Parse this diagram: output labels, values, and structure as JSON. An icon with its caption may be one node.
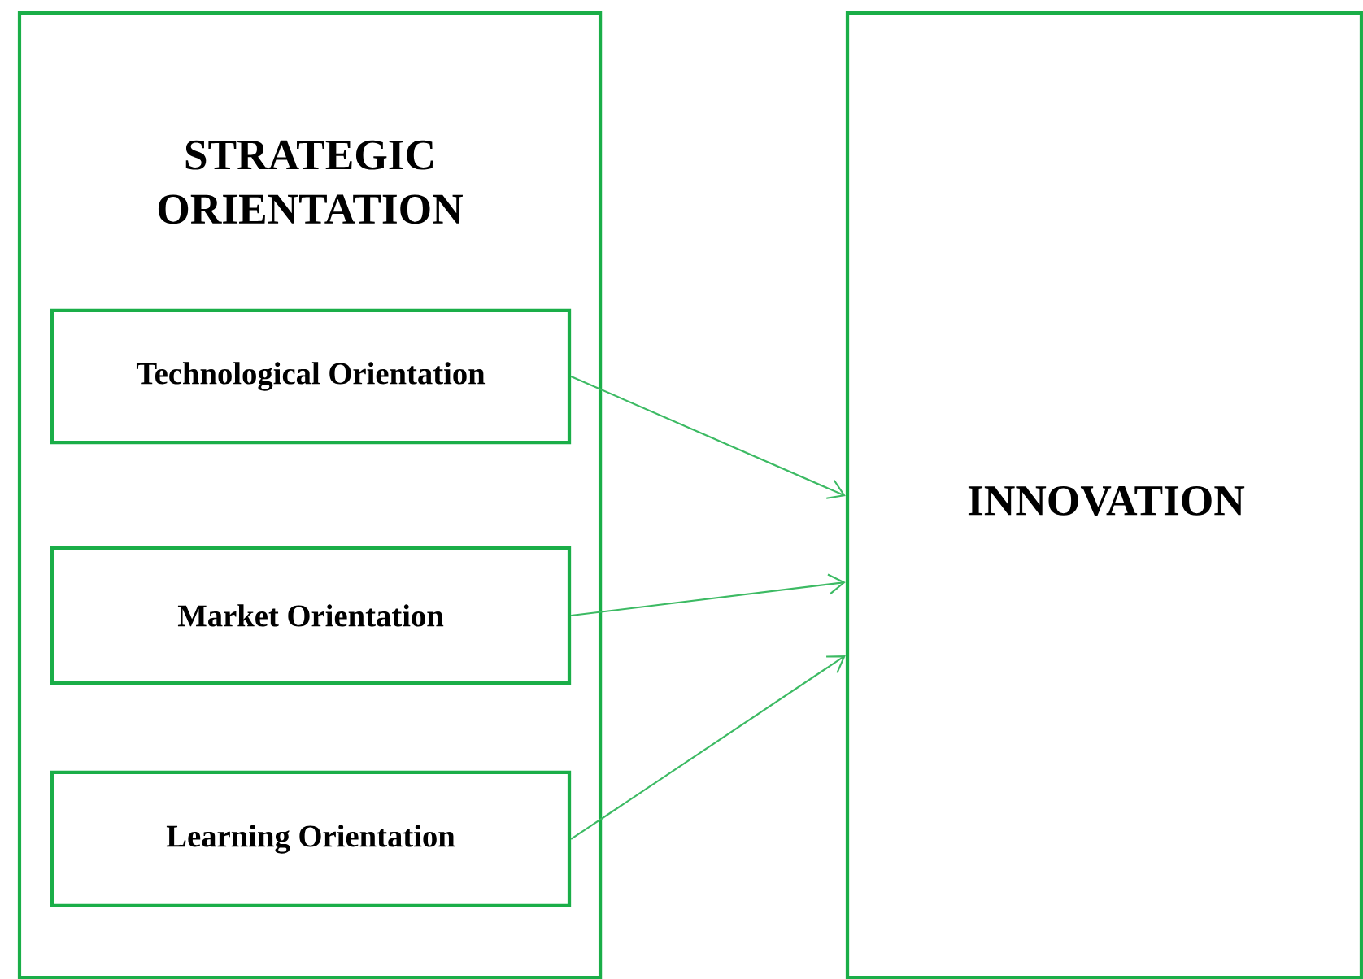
{
  "diagram": {
    "nodes": [
      {
        "text": [
          "STRATEGIC ORIENTATION"
        ]
      },
      {
        "text": [
          "Technological Orientation"
        ],
        "in": 0
      },
      {
        "text": [
          "Market Orientation"
        ],
        "in": 0
      },
      {
        "text": [
          "Learning Orientation"
        ],
        "in": 0
      },
      {
        "text": [
          "INNOVATION"
        ]
      }
    ],
    "edges": [
      {
        "from": 1,
        "to": 4,
        "arrow": "to"
      },
      {
        "from": 2,
        "to": 4,
        "arrow": "to"
      },
      {
        "from": 3,
        "to": 4,
        "arrow": "to"
      }
    ]
  }
}
